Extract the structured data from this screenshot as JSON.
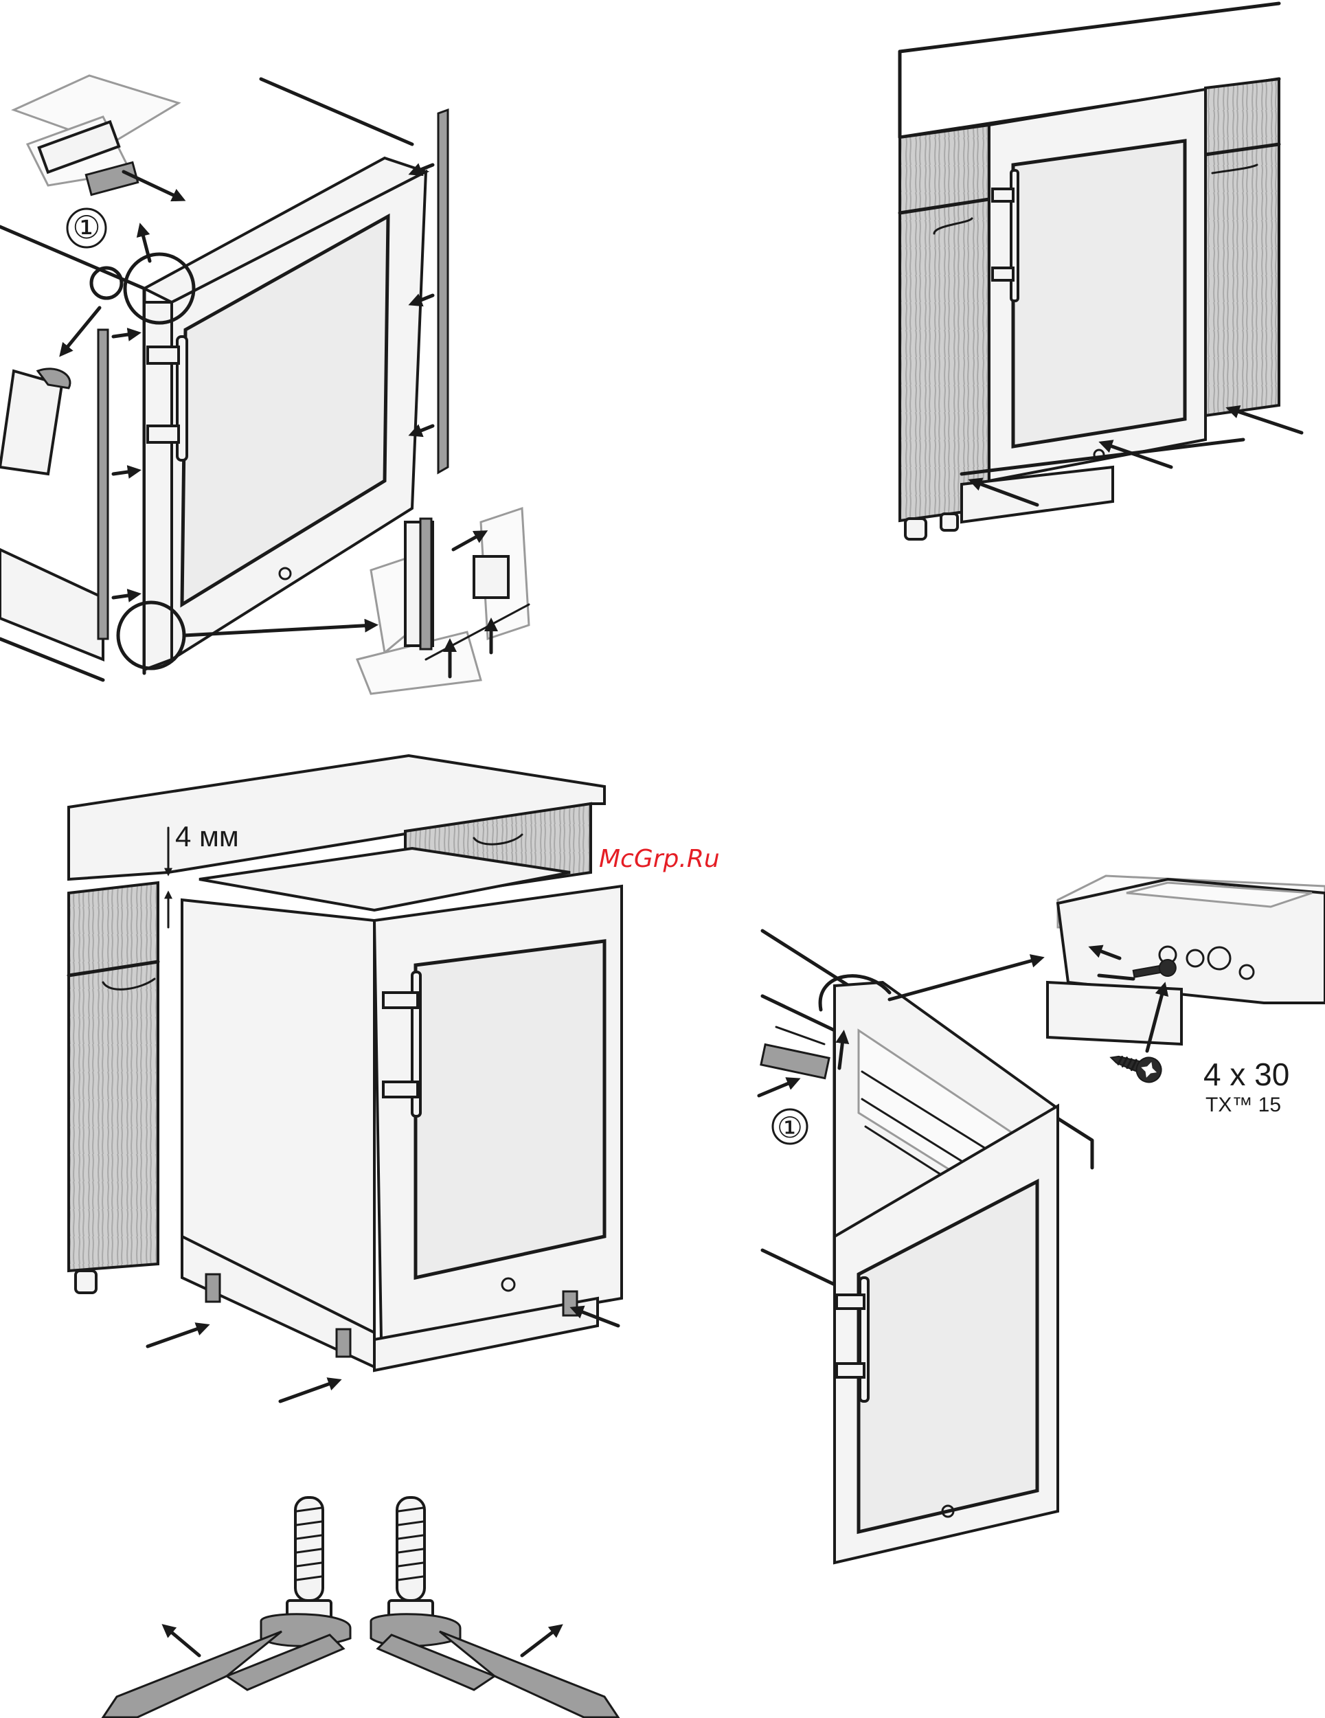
{
  "figure": {
    "panel_top_left": {
      "step_marker": "①"
    },
    "panel_bottom_left": {
      "gap_label": "4 мм"
    },
    "panel_right_bottom": {
      "step_marker": "①",
      "screw_size": "4 x 30",
      "screw_drive": "TX™ 15"
    }
  },
  "watermark": {
    "text": "McGrp.Ru",
    "color": "#e51e25"
  },
  "colors": {
    "ink": "#1a1a1a",
    "glass": "#ececec",
    "wood": "#c8c8c8"
  },
  "icons": [
    "arrow-icon",
    "screw-icon",
    "torx-head-icon",
    "hinge-icon"
  ]
}
